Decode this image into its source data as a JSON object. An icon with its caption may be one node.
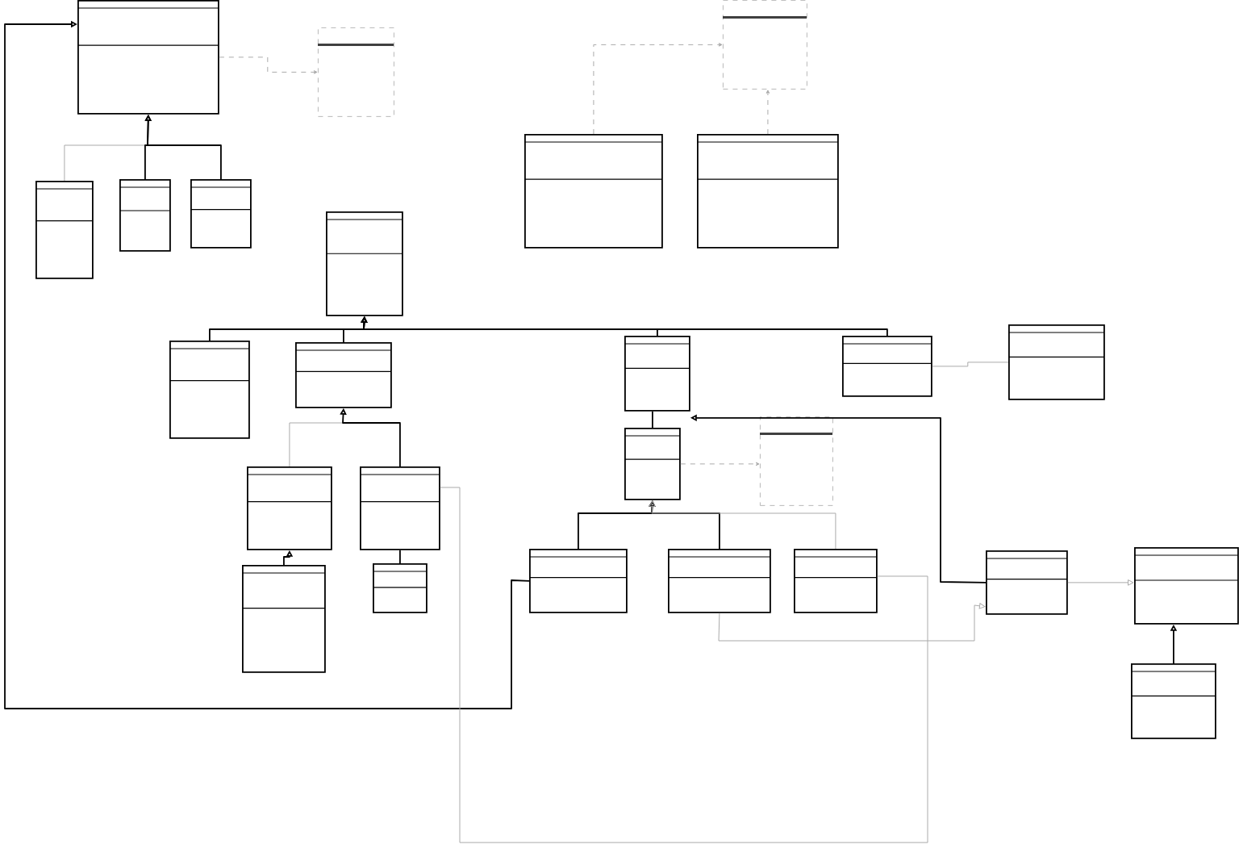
{
  "diagram": {
    "nodes": [
      {
        "text": [],
        "shape": "box"
      },
      {
        "text": [],
        "shape": "box"
      },
      {
        "text": [],
        "shape": "box"
      },
      {
        "text": [],
        "shape": "box"
      },
      {
        "text": [],
        "shape": "box"
      },
      {
        "text": [],
        "shape": "box"
      },
      {
        "text": [],
        "shape": "box"
      },
      {
        "text": [],
        "shape": "box"
      },
      {
        "text": [],
        "shape": "box"
      },
      {
        "text": [],
        "shape": "box"
      },
      {
        "text": [],
        "shape": "box"
      },
      {
        "text": [],
        "shape": "box"
      },
      {
        "text": [],
        "shape": "box"
      },
      {
        "text": [],
        "shape": "box"
      },
      {
        "text": [],
        "shape": "box"
      },
      {
        "text": [],
        "shape": "box"
      },
      {
        "text": [],
        "shape": "box"
      },
      {
        "text": [],
        "shape": "box"
      },
      {
        "text": [],
        "shape": "box"
      },
      {
        "text": [],
        "shape": "box"
      },
      {
        "text": [],
        "shape": "box"
      },
      {
        "text": [],
        "shape": "box"
      },
      {
        "text": [],
        "shape": "box"
      },
      {
        "text": [],
        "shape": "box"
      },
      {
        "text": [],
        "shape": "box"
      },
      {
        "text": [],
        "shape": "box"
      }
    ],
    "edges": [
      {
        "from": 0,
        "to": 1,
        "arrow": "to",
        "style": "dashed",
        "color": "#aaaaaa"
      },
      {
        "from": 5,
        "to": 0,
        "arrow": "to",
        "color": "#aaaaaa"
      },
      {
        "from": 6,
        "to": 0,
        "arrow": "to"
      },
      {
        "from": 7,
        "to": 0,
        "arrow": "to"
      },
      {
        "from": 3,
        "to": 2,
        "arrow": "to",
        "style": "dashed",
        "color": "#aaaaaa"
      },
      {
        "from": 4,
        "to": 2,
        "arrow": "to",
        "style": "dashed",
        "color": "#aaaaaa"
      },
      {
        "from": 9,
        "to": 8,
        "arrow": "to"
      },
      {
        "from": 10,
        "to": 8,
        "arrow": "to"
      },
      {
        "from": 11,
        "to": 8,
        "arrow": "to"
      },
      {
        "from": 12,
        "to": 8,
        "arrow": "to"
      },
      {
        "from": 12,
        "to": 13,
        "arrow": "none",
        "color": "#aaaaaa"
      },
      {
        "from": 18,
        "to": 16,
        "arrow": "to"
      },
      {
        "from": 19,
        "to": 17,
        "arrow": "none"
      },
      {
        "from": 16,
        "to": 10,
        "arrow": "to",
        "color": "#aaaaaa"
      },
      {
        "from": 17,
        "to": 10,
        "arrow": "to"
      },
      {
        "from": 14,
        "to": 11,
        "arrow": "none"
      },
      {
        "from": 14,
        "to": 15,
        "arrow": "to",
        "style": "dashed",
        "color": "#aaaaaa"
      },
      {
        "from": 20,
        "to": 14,
        "arrow": "to"
      },
      {
        "from": 21,
        "to": 14,
        "arrow": "to"
      },
      {
        "from": 22,
        "to": 14,
        "arrow": "to",
        "color": "#aaaaaa"
      },
      {
        "from": 23,
        "to": 11,
        "arrow": "to"
      },
      {
        "from": 20,
        "to": 0,
        "arrow": "to"
      },
      {
        "from": 21,
        "to": 23,
        "arrow": "to",
        "color": "#aaaaaa"
      },
      {
        "from": 17,
        "to": 22,
        "arrow": "none",
        "color": "#aaaaaa"
      },
      {
        "from": 23,
        "to": 24,
        "arrow": "to",
        "color": "#aaaaaa"
      },
      {
        "from": 25,
        "to": 24,
        "arrow": "to"
      }
    ]
  }
}
